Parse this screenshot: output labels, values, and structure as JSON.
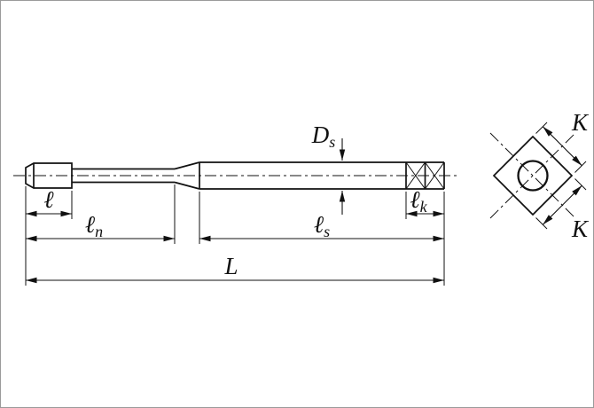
{
  "diagram": {
    "description": "Dimensional drawing of a tap (side view with square-drive end view)",
    "colors": {
      "line": "#111111",
      "background": "#ffffff"
    },
    "labels": {
      "thread_length": "ℓ",
      "neck_length_base": "ℓ",
      "neck_length_sub": "n",
      "shank_length_base": "ℓ",
      "shank_length_sub": "s",
      "square_length_base": "ℓ",
      "square_length_sub": "k",
      "overall_length": "L",
      "shank_diameter_base": "D",
      "shank_diameter_sub": "s",
      "square_width_top": "K",
      "square_width_bottom": "K"
    }
  }
}
